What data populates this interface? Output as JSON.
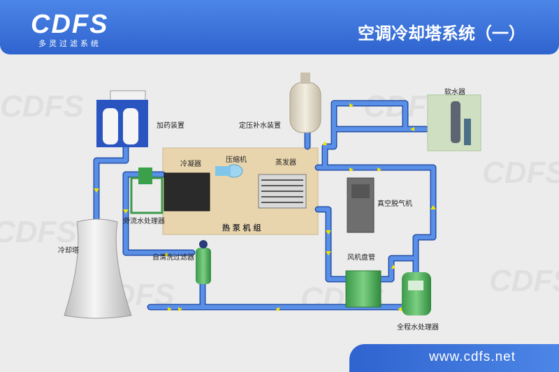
{
  "header": {
    "logo": "CDFS",
    "logo_sub": "多灵过滤系统",
    "title": "空调冷却塔系统（一）"
  },
  "watermark": "CDFS",
  "labels": {
    "dosing": "加药装置",
    "pressure_makeup": "定压补水装置",
    "softener": "软水器",
    "condenser": "冷凝器",
    "compressor": "压缩机",
    "evaporator": "蒸发器",
    "heat_pump": "热 泵 机 组",
    "vacuum_degasser": "真空脱气机",
    "bypass_treater": "旁流水处理器",
    "cooling_tower": "冷却塔",
    "self_clean_filter": "自清洗过滤器",
    "fan_coil": "风机盘管",
    "full_treater": "全程水处理器"
  },
  "footer": {
    "url": "www.cdfs.net"
  },
  "colors": {
    "header": "#3a72d9",
    "pipe": "#3a6fcf",
    "pipe_edge": "#2450a8",
    "flow_arrow": "#f3e300"
  }
}
